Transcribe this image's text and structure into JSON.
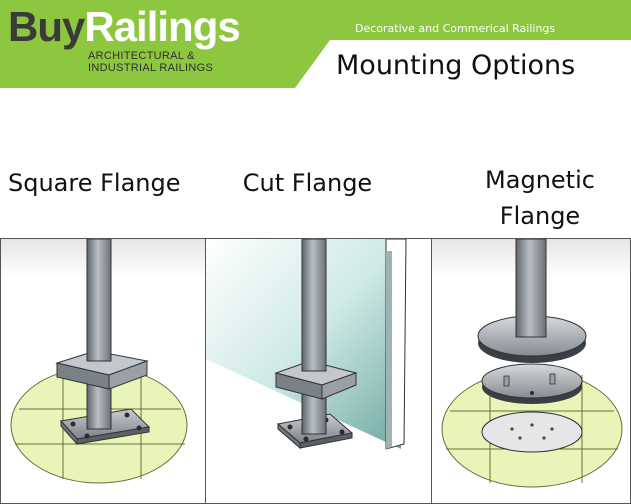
{
  "header": {
    "brand_buy": "Buy",
    "brand_railings": "Railings",
    "brand_sub_line1": "ARCHITECTURAL &",
    "brand_sub_line2": "INDUSTRIAL RAILINGS",
    "tagline": "Decorative and Commerical Railings",
    "title": "Mounting Options"
  },
  "options": [
    {
      "label": "Square Flange"
    },
    {
      "label": "Cut Flange"
    },
    {
      "label_line1": "Magnetic",
      "label_line2": "Flange"
    }
  ],
  "colors": {
    "brand_green": "#8dc63f",
    "brand_dark": "#3a3a3a",
    "floor_green": "#e8f4b8",
    "post_gray": "#8a9096"
  }
}
